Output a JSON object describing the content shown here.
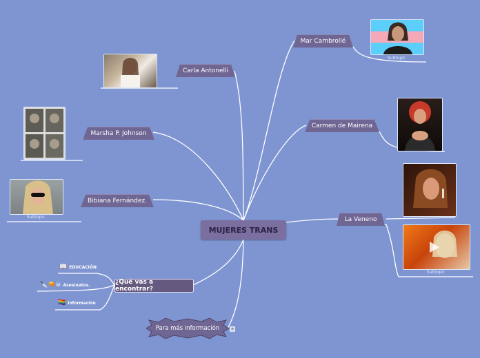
{
  "central": {
    "label": "MUJERES TRANS"
  },
  "branches": {
    "mar": "Mar Cambrollé",
    "carla": "Carla Antonelli",
    "marsha": "Marsha P. Johnson",
    "carmen": "Carmen de Mairena",
    "bibiana": "Bibiana Fernández.",
    "veneno": "La Veneno",
    "que": "¿Qué vas a encontrar?",
    "mas": "Para más información"
  },
  "captions": {
    "mar": "Subtopic",
    "bibiana": "Subtopic",
    "veneno": "Subtopic"
  },
  "que_items": [
    {
      "icon": "book-icon",
      "glyph": "📖",
      "label": "EDUCACIÓN"
    },
    {
      "icon": "weapons-icon",
      "glyph": "🔪🔫☠",
      "label": "Asesinatos."
    },
    {
      "icon": "rainbow-flag-icon",
      "glyph": "🏳️‍🌈",
      "label": "Información"
    }
  ],
  "colors": {
    "background": "#7f95d2",
    "node": "#6f6694",
    "central": "#7a6f9f",
    "connector": "#ffffff"
  }
}
